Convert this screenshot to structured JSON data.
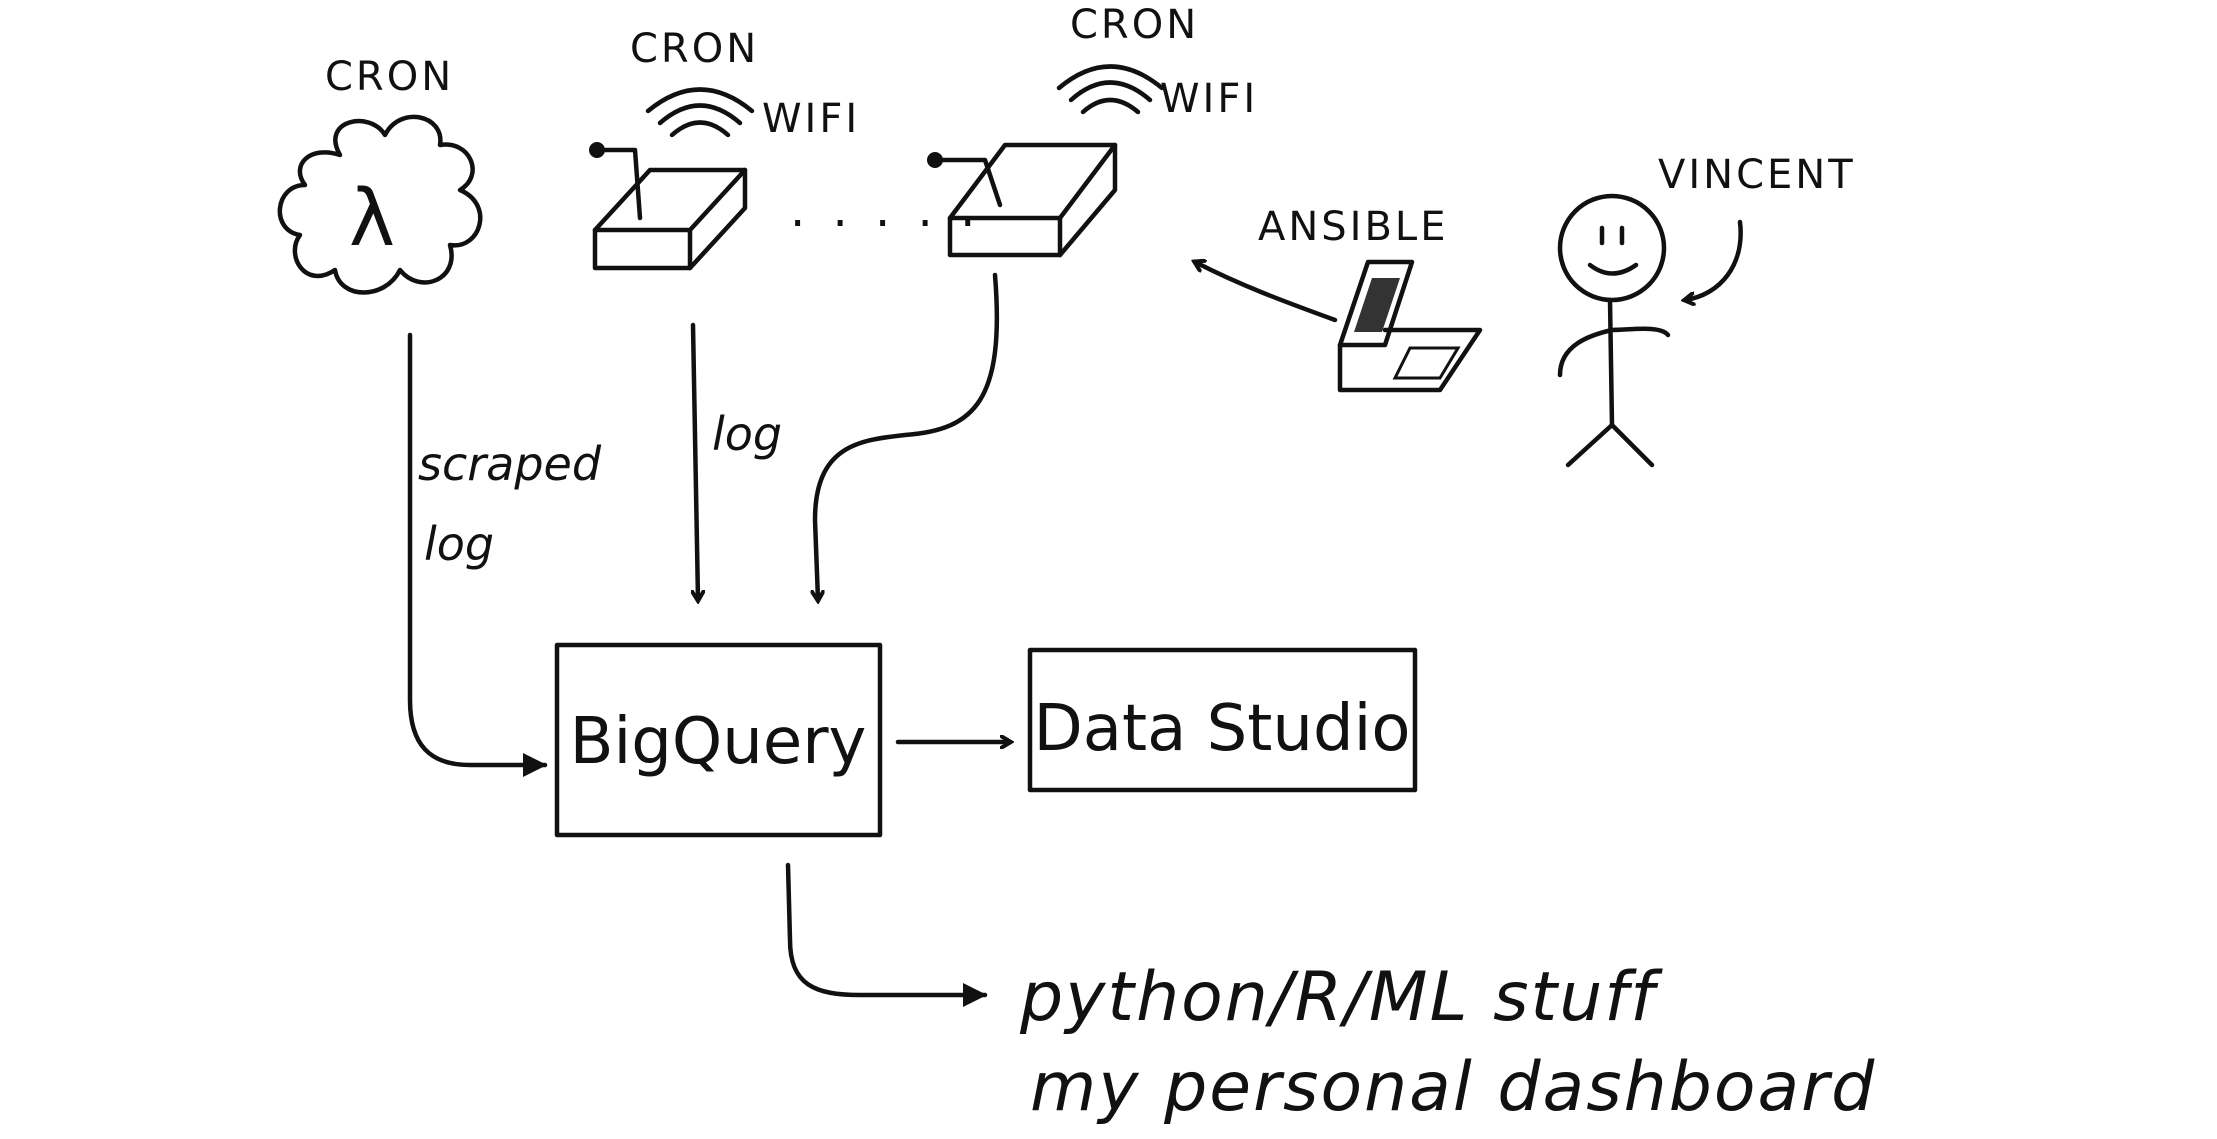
{
  "diagram": {
    "labels": {
      "cron_lambda": "CRON",
      "cron_device1": "CRON",
      "cron_device2": "CRON",
      "wifi_device1": "WIFI",
      "wifi_device2": "WIFI",
      "ansible": "ANSIBLE",
      "vincent": "VINCENT",
      "lambda_symbol": "λ",
      "dots": "· · · · ·"
    },
    "edges": {
      "scraped": "scraped",
      "scraped_log": "log",
      "device_log": "log"
    },
    "boxes": {
      "bigquery": "BigQuery",
      "datastudio": "Data Studio"
    },
    "outputs": {
      "line1": "python/R/ML stuff",
      "line2": "my personal dashboard"
    },
    "icons": [
      "cloud-icon",
      "wifi-icon",
      "device-icon",
      "laptop-icon",
      "stick-figure-icon"
    ]
  }
}
